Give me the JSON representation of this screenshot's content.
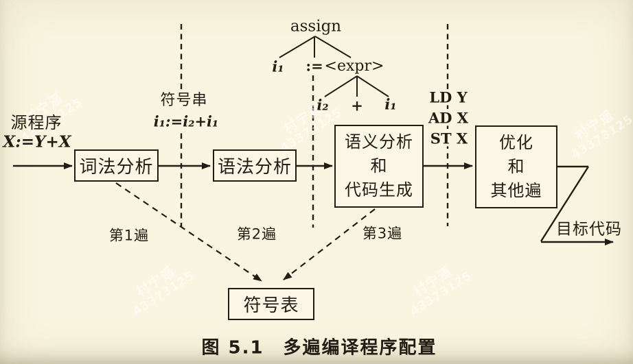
{
  "page": {
    "background": "#faf5e0",
    "ink": "#211d14",
    "caption": "图 5.1　多遍编译程序配置"
  },
  "input": {
    "title": "源程序",
    "expr": "X:=Y+X"
  },
  "token_stream": {
    "title": "符号串",
    "expr": "i₁:=i₂+i₁"
  },
  "parse_tree": {
    "root": "assign",
    "child_left": "i₁",
    "child_mid": ":=",
    "child_right": "<expr>",
    "leaf_left": "i₂",
    "leaf_mid": "+",
    "leaf_right": "i₁"
  },
  "code_listing": {
    "line1": "LD Y",
    "line2": "AD X",
    "line3": "ST X"
  },
  "boxes": {
    "lexical": {
      "label": "词法分析"
    },
    "syntax": {
      "label": "语法分析"
    },
    "semantic": {
      "line1": "语义分析",
      "line2": "和",
      "line3": "代码生成"
    },
    "optimizer": {
      "line1": "优化",
      "line2": "和",
      "line3": "其他遍"
    },
    "symbol_table": {
      "label": "符号表"
    }
  },
  "passes": {
    "p1": "第1遍",
    "p2": "第2遍",
    "p3": "第3遍"
  },
  "output": {
    "label": "目标代码"
  },
  "watermark": {
    "line1": "村宁遥",
    "line2": "43373125"
  }
}
